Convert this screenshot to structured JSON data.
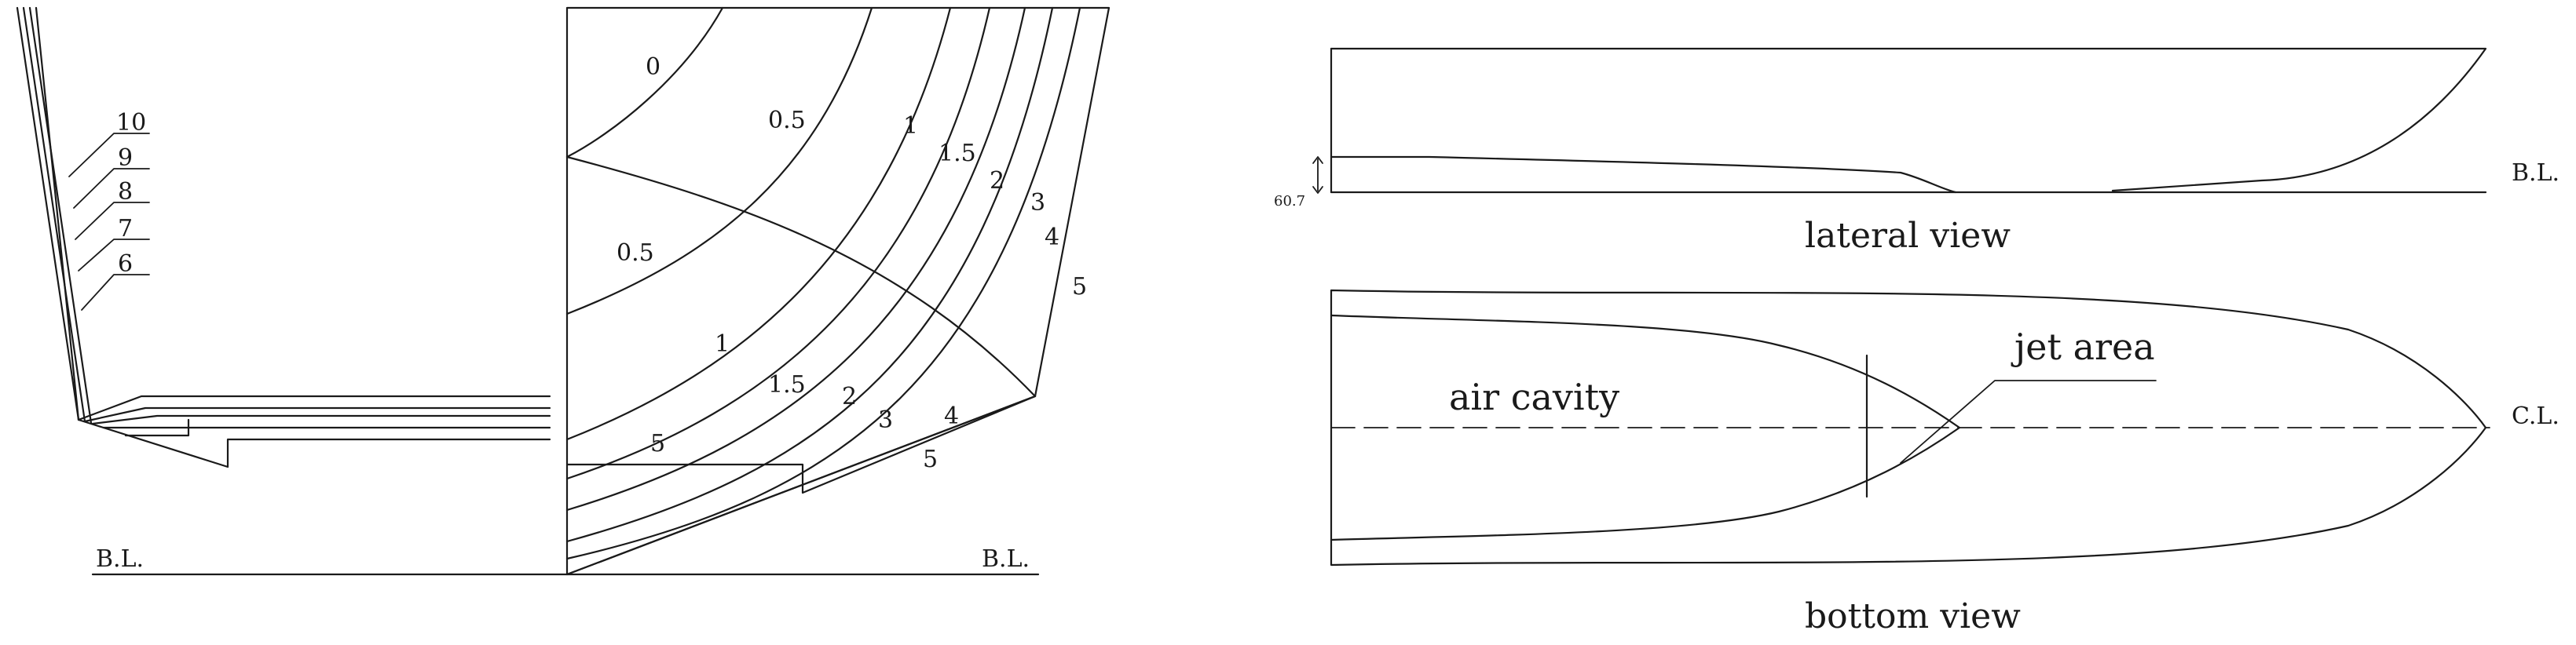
{
  "body_plan": {
    "after_labels": [
      "10",
      "9",
      "8",
      "7",
      "6"
    ],
    "waterline_labels": [
      "0",
      "0.5",
      "1",
      "1.5",
      "2",
      "3",
      "4",
      "5"
    ],
    "buttock_labels": [
      "0.5",
      "1",
      "1.5",
      "2",
      "3",
      "4",
      "5"
    ],
    "baseline_left": "B.L.",
    "baseline_right": "B.L."
  },
  "lateral_view": {
    "caption": "lateral view",
    "dimension": "60.7",
    "baseline": "B.L."
  },
  "bottom_view": {
    "caption": "bottom view",
    "air_cavity": "air cavity",
    "jet_area": "jet area",
    "centerline": "C.L."
  }
}
